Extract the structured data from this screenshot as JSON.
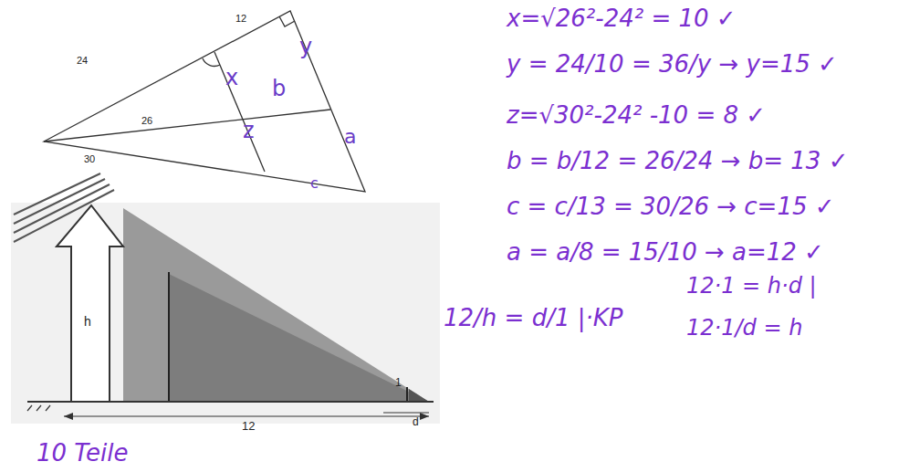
{
  "diagram": {
    "labels": [
      "12",
      "24",
      "26",
      "30",
      "x",
      "y",
      "b",
      "z",
      "a",
      "c",
      "h",
      "12",
      "1",
      "d",
      "x=√26²-24² = 10 ✓",
      "y = 24/10 = 36/y → y=15 ✓",
      "z=√30²-24² -10 = 8 ✓",
      "b = b/12 = 26/24 → b= 13 ✓",
      "c = c/13 = 30/26 → c=15 ✓",
      "a = a/8 = 15/10 → a=12 ✓",
      "12/h = d/1 |·KP",
      "12·1 = h·d |",
      "12·1/d = h",
      "10 Teile"
    ]
  }
}
